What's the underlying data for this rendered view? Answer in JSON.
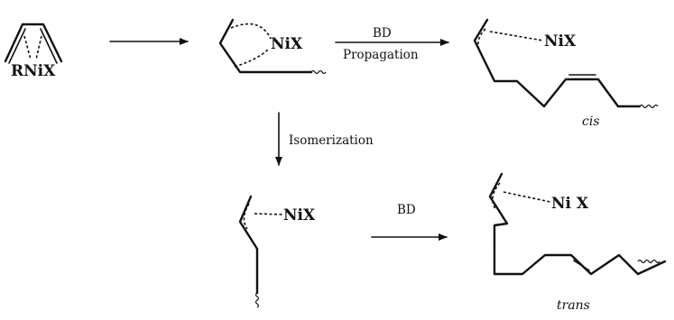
{
  "reactant": {
    "butadiene_complex_label": "RNiX"
  },
  "intermediate": {
    "metal_label": "NiX"
  },
  "step_propagation": {
    "reagent": "BD",
    "name": "Propagation"
  },
  "cis_product": {
    "metal_label": "NiX",
    "label": "cis"
  },
  "step_isomerization": {
    "name": "Isomerization"
  },
  "isomerized_intermediate": {
    "metal_label": "NiX"
  },
  "step_second_addition": {
    "reagent": "BD"
  },
  "trans_product": {
    "metal_label": "Ni X",
    "label": "trans"
  }
}
